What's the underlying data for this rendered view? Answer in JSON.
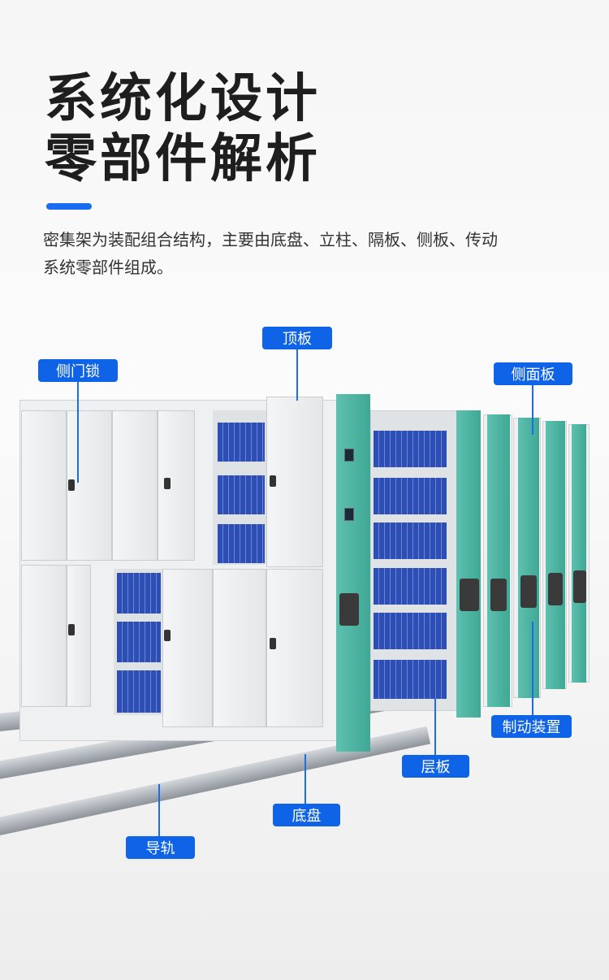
{
  "heading": {
    "line1": "系统化设计",
    "line2": "零部件解析"
  },
  "description": "密集架为装配组合结构，主要由底盘、立柱、隔板、侧板、传动系统零部件组成。",
  "labels": {
    "side_door_lock": "侧门锁",
    "top_panel": "顶板",
    "side_panel": "侧面板",
    "brake_device": "制动装置",
    "shelf_board": "层板",
    "chassis": "底盘",
    "guide_rail": "导轨"
  },
  "colors": {
    "accent": "#0e63e6",
    "teal": "#4fb5a3"
  }
}
